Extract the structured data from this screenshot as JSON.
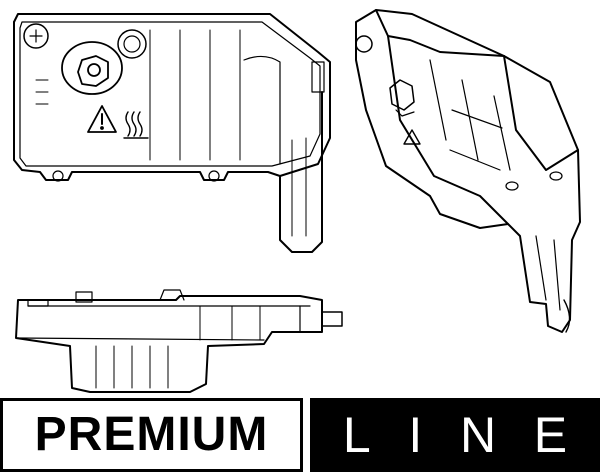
{
  "brand": {
    "premium_label": "PREMIUM",
    "line_letters": [
      "L",
      "I",
      "N",
      "E"
    ]
  },
  "colors": {
    "ink": "#000000",
    "paper": "#ffffff"
  },
  "views": [
    "front-view",
    "perspective-view",
    "side-view"
  ],
  "icons": [
    "filler-cap-icon",
    "warning-triangle-icon",
    "hot-steam-icon"
  ]
}
